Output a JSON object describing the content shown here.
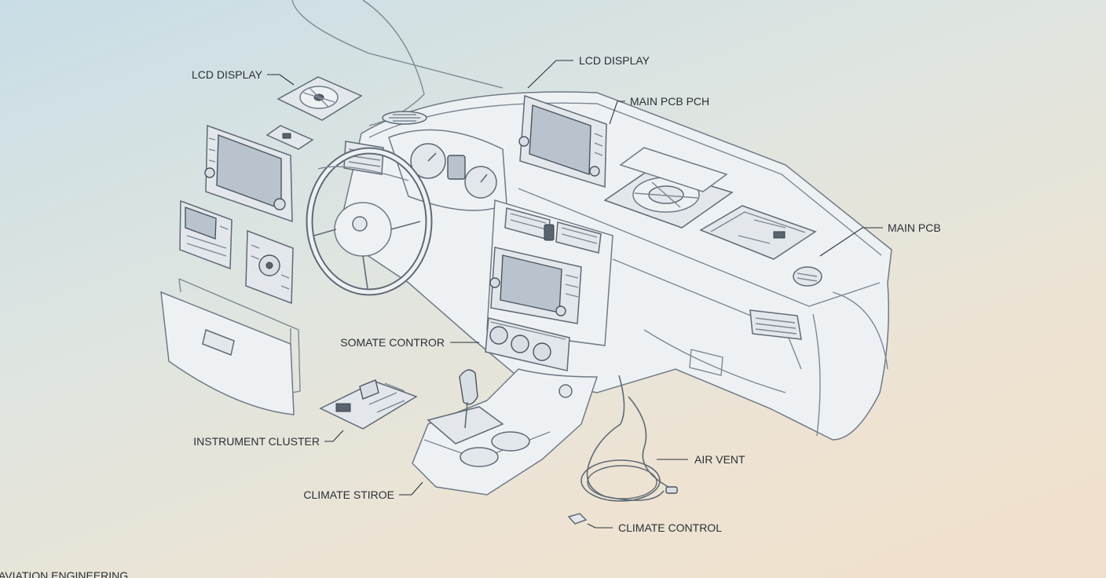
{
  "labels": {
    "lcd_display_left": "LCD DISPLAY",
    "lcd_display_top": "LCD DISPLAY",
    "main_pcb_pch": "MAIN PCB PCH",
    "main_pcb": "MAIN PCB",
    "somate_contror": "SOMATE CONTROR",
    "instrument_cluster": "INSTRUMENT CLUSTER",
    "air_vent": "AIR VENT",
    "climate_stiroe": "CLIMATE STIROE",
    "climate_control": "CLIMATE CONTROL"
  },
  "footer": {
    "caption": "AVIATION ENGINEERING"
  }
}
